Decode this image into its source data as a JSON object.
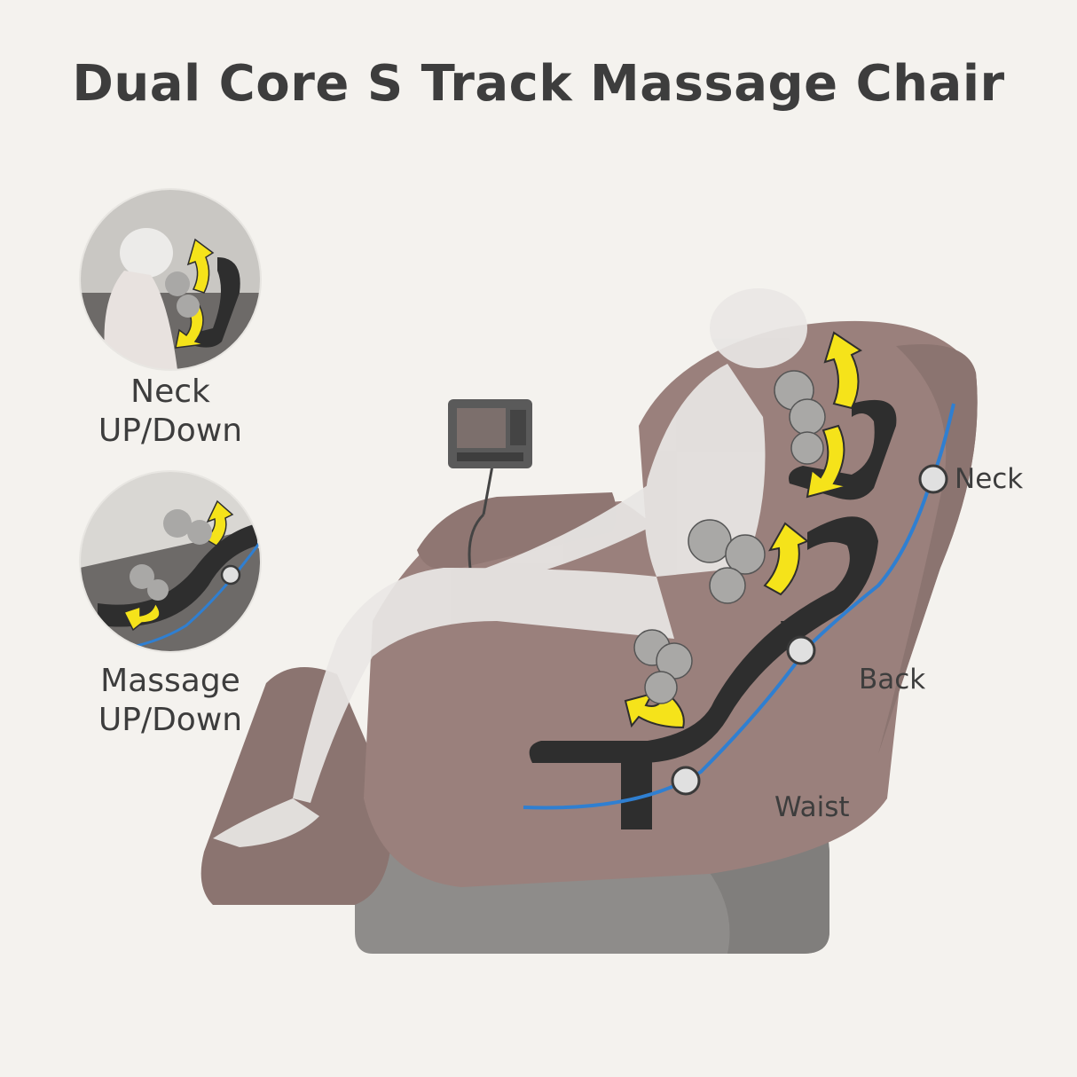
{
  "title": "Dual Core S Track Massage Chair",
  "insets": [
    {
      "line1": "Neck",
      "line2": "UP/Down"
    },
    {
      "line1": "Massage",
      "line2": "UP/Down"
    }
  ],
  "labels": {
    "neck": "Neck",
    "back": "Back",
    "waist": "Waist"
  },
  "colors": {
    "background": "#f4f2ee",
    "chair": "#9a807c",
    "chair_shadow": "#8b7470",
    "base": "#8e8c8a",
    "track": "#2e2e2e",
    "highlight": "#f5e31a",
    "guide_line": "#2f7fd1",
    "text": "#3d3d3d"
  }
}
